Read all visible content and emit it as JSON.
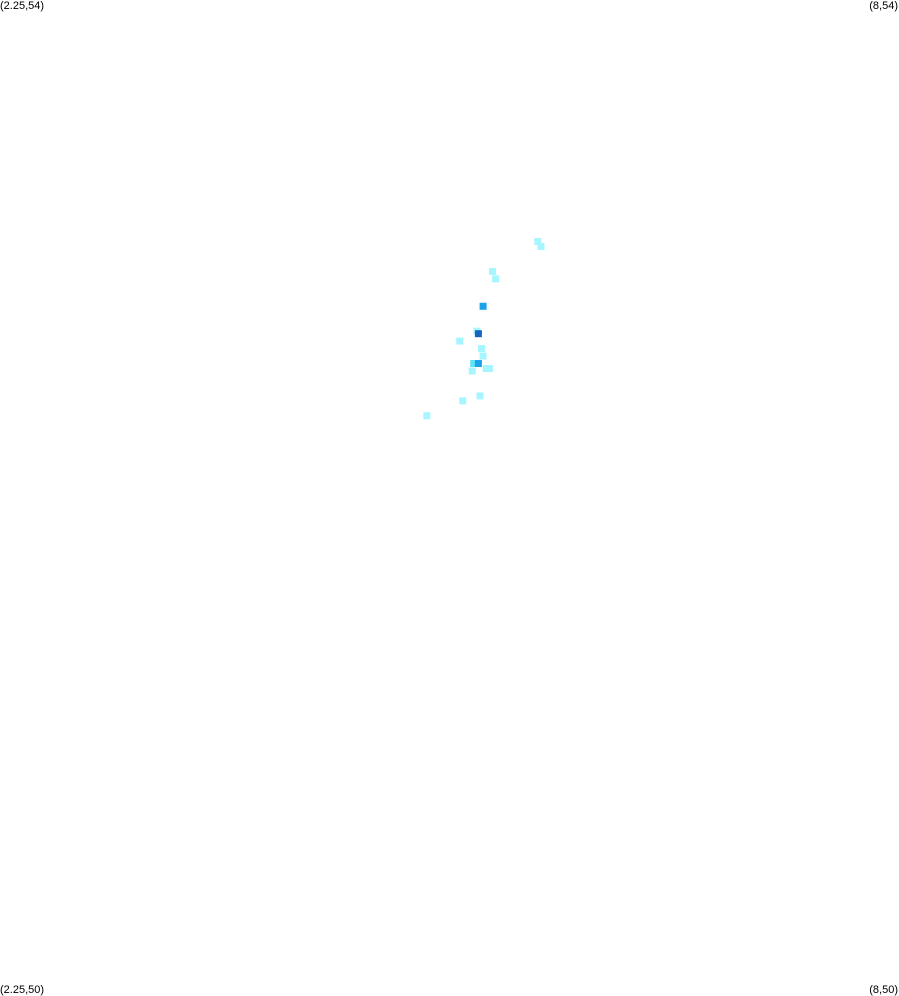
{
  "corners": {
    "top_left": "(2.25,54)",
    "top_right": "(8,54)",
    "bottom_left": "(2.25,50)",
    "bottom_right": "(8,50)"
  },
  "extent": {
    "lon_min": 2.25,
    "lon_max": 8,
    "lat_min": 50,
    "lat_max": 54
  },
  "colors": {
    "background": "#ffffff",
    "low": "#a6f5ff",
    "mid": "#5ee3f7",
    "high": "#1aa3e8",
    "peak": "#1565c0"
  },
  "cells": [
    {
      "lon": 5.69,
      "lat": 53.03,
      "level": "low"
    },
    {
      "lon": 5.71,
      "lat": 53.01,
      "level": "low"
    },
    {
      "lon": 5.4,
      "lat": 52.91,
      "level": "low"
    },
    {
      "lon": 5.42,
      "lat": 52.88,
      "level": "low"
    },
    {
      "lon": 5.34,
      "lat": 52.77,
      "level": "high"
    },
    {
      "lon": 5.3,
      "lat": 52.67,
      "level": "low"
    },
    {
      "lon": 5.31,
      "lat": 52.66,
      "level": "peak"
    },
    {
      "lon": 5.19,
      "lat": 52.63,
      "level": "low"
    },
    {
      "lon": 5.33,
      "lat": 52.6,
      "level": "low"
    },
    {
      "lon": 5.34,
      "lat": 52.57,
      "level": "low"
    },
    {
      "lon": 5.28,
      "lat": 52.54,
      "level": "mid"
    },
    {
      "lon": 5.31,
      "lat": 52.54,
      "level": "high"
    },
    {
      "lon": 5.36,
      "lat": 52.52,
      "level": "low"
    },
    {
      "lon": 5.38,
      "lat": 52.52,
      "level": "low"
    },
    {
      "lon": 5.27,
      "lat": 52.51,
      "level": "low"
    },
    {
      "lon": 5.32,
      "lat": 52.41,
      "level": "low"
    },
    {
      "lon": 5.21,
      "lat": 52.39,
      "level": "low"
    },
    {
      "lon": 4.98,
      "lat": 52.33,
      "level": "low"
    }
  ]
}
